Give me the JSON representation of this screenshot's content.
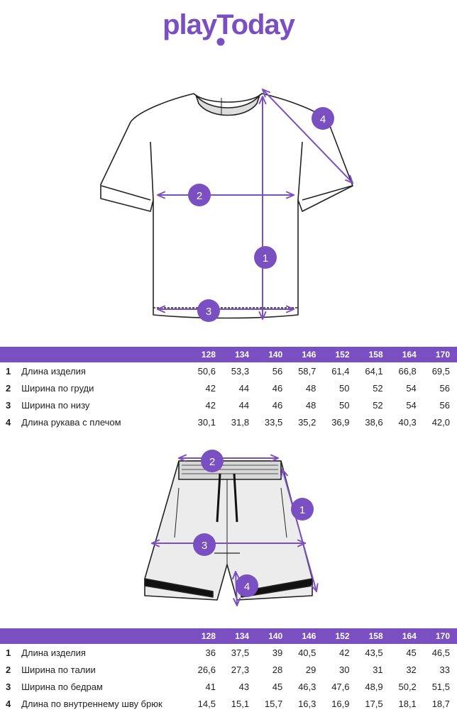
{
  "brand": {
    "logo_text": "playToday",
    "color": "#7a4fc2"
  },
  "tshirt_markers": [
    "1",
    "2",
    "3",
    "4"
  ],
  "shorts_markers": [
    "1",
    "2",
    "3",
    "4"
  ],
  "tables": [
    {
      "sizes": [
        "128",
        "134",
        "140",
        "146",
        "152",
        "158",
        "164",
        "170"
      ],
      "rows": [
        {
          "num": "1",
          "label": "Длина изделия",
          "values": [
            "50,6",
            "53,3",
            "56",
            "58,7",
            "61,4",
            "64,1",
            "66,8",
            "69,5"
          ]
        },
        {
          "num": "2",
          "label": "Ширина по груди",
          "values": [
            "42",
            "44",
            "46",
            "48",
            "50",
            "52",
            "54",
            "56"
          ]
        },
        {
          "num": "3",
          "label": "Ширина по низу",
          "values": [
            "42",
            "44",
            "46",
            "48",
            "50",
            "52",
            "54",
            "56"
          ]
        },
        {
          "num": "4",
          "label": "Длина рукава с плечом",
          "values": [
            "30,1",
            "31,8",
            "33,5",
            "35,2",
            "36,9",
            "38,6",
            "40,3",
            "42,0"
          ]
        }
      ]
    },
    {
      "sizes": [
        "128",
        "134",
        "140",
        "146",
        "152",
        "158",
        "164",
        "170"
      ],
      "rows": [
        {
          "num": "1",
          "label": "Длина изделия",
          "values": [
            "36",
            "37,5",
            "39",
            "40,5",
            "42",
            "43,5",
            "45",
            "46,5"
          ]
        },
        {
          "num": "2",
          "label": "Ширина по талии",
          "values": [
            "26,6",
            "27,3",
            "28",
            "29",
            "30",
            "31",
            "32",
            "33"
          ]
        },
        {
          "num": "3",
          "label": "Ширина по бедрам",
          "values": [
            "41",
            "43",
            "45",
            "46,3",
            "47,6",
            "48,9",
            "50,2",
            "51,5"
          ]
        },
        {
          "num": "4",
          "label": "Длина по внутреннему шву брюк",
          "values": [
            "14,5",
            "15,1",
            "15,7",
            "16,3",
            "16,9",
            "17,5",
            "18,1",
            "18,7"
          ]
        }
      ]
    }
  ]
}
